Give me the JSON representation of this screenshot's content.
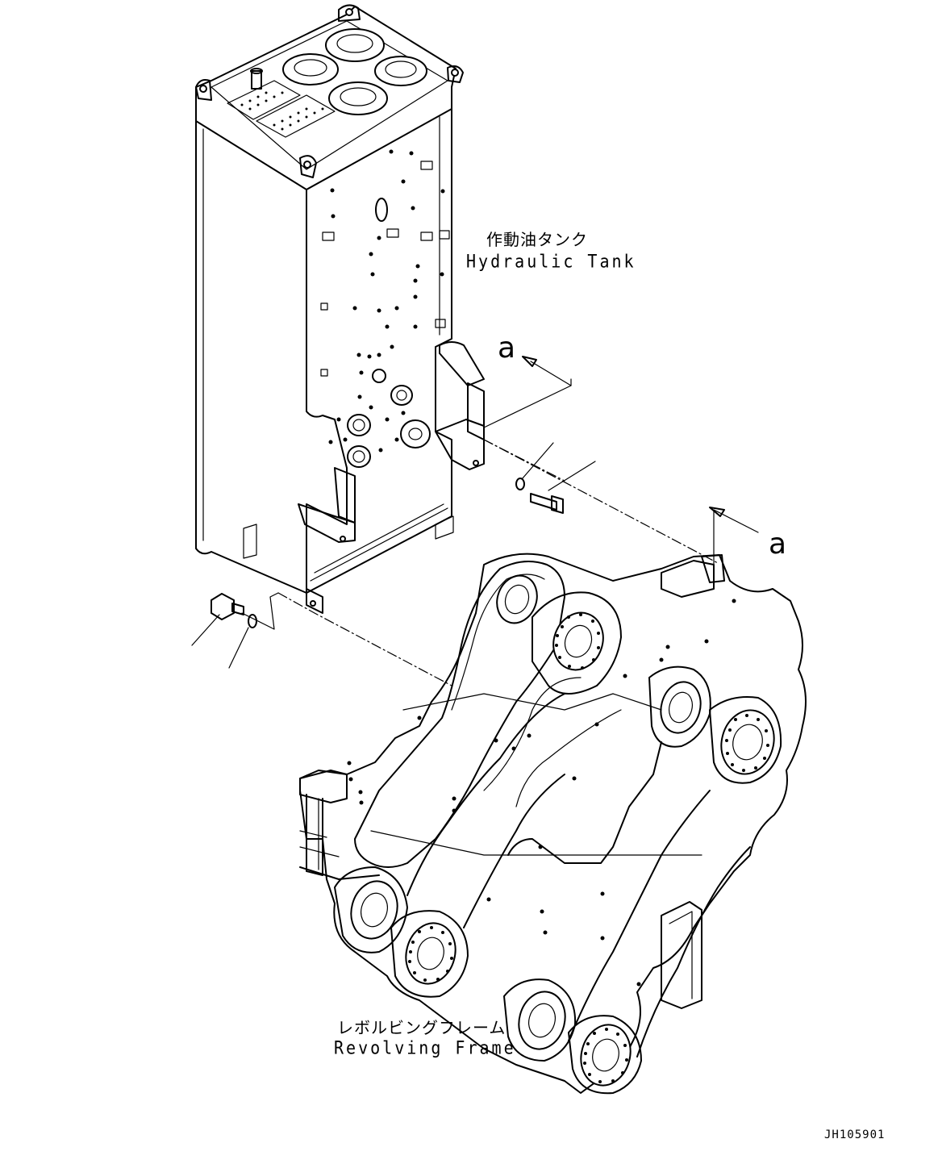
{
  "labels": {
    "hydraulic_tank_jp": "作動油タンク",
    "hydraulic_tank_en": "Hydraulic Tank",
    "revolving_frame_jp": "レボルビングフレーム",
    "revolving_frame_en": "Revolving Frame",
    "view_ref_top": "a",
    "view_ref_right": "a",
    "drawing_code": "JH105901"
  },
  "colors": {
    "line": "#000000",
    "background": "#ffffff"
  }
}
